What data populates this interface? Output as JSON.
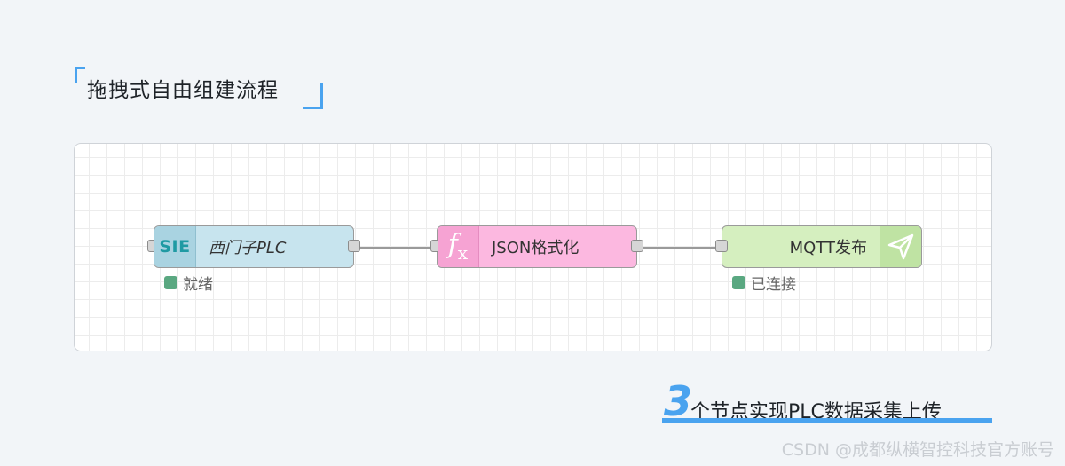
{
  "title": "拖拽式自由组建流程",
  "flow": {
    "nodes": [
      {
        "id": "siemens",
        "icon_text": "SIE",
        "label": "西门子PLC",
        "status": "就绪",
        "color": "#c7e4ee"
      },
      {
        "id": "function",
        "icon_text": "f",
        "icon_sub": "x",
        "label": "JSON格式化",
        "color": "#fcb8e0"
      },
      {
        "id": "mqtt",
        "icon": "send-icon",
        "label": "MQTT发布",
        "status": "已连接",
        "color": "#d5efbf"
      }
    ],
    "status_color": "#5aa881"
  },
  "caption": {
    "number": "3",
    "text": "个节点实现PLC数据采集上传"
  },
  "watermark": "CSDN @成都纵横智控科技官方账号",
  "colors": {
    "accent": "#4aa3ef",
    "background": "#f2f5f8"
  }
}
